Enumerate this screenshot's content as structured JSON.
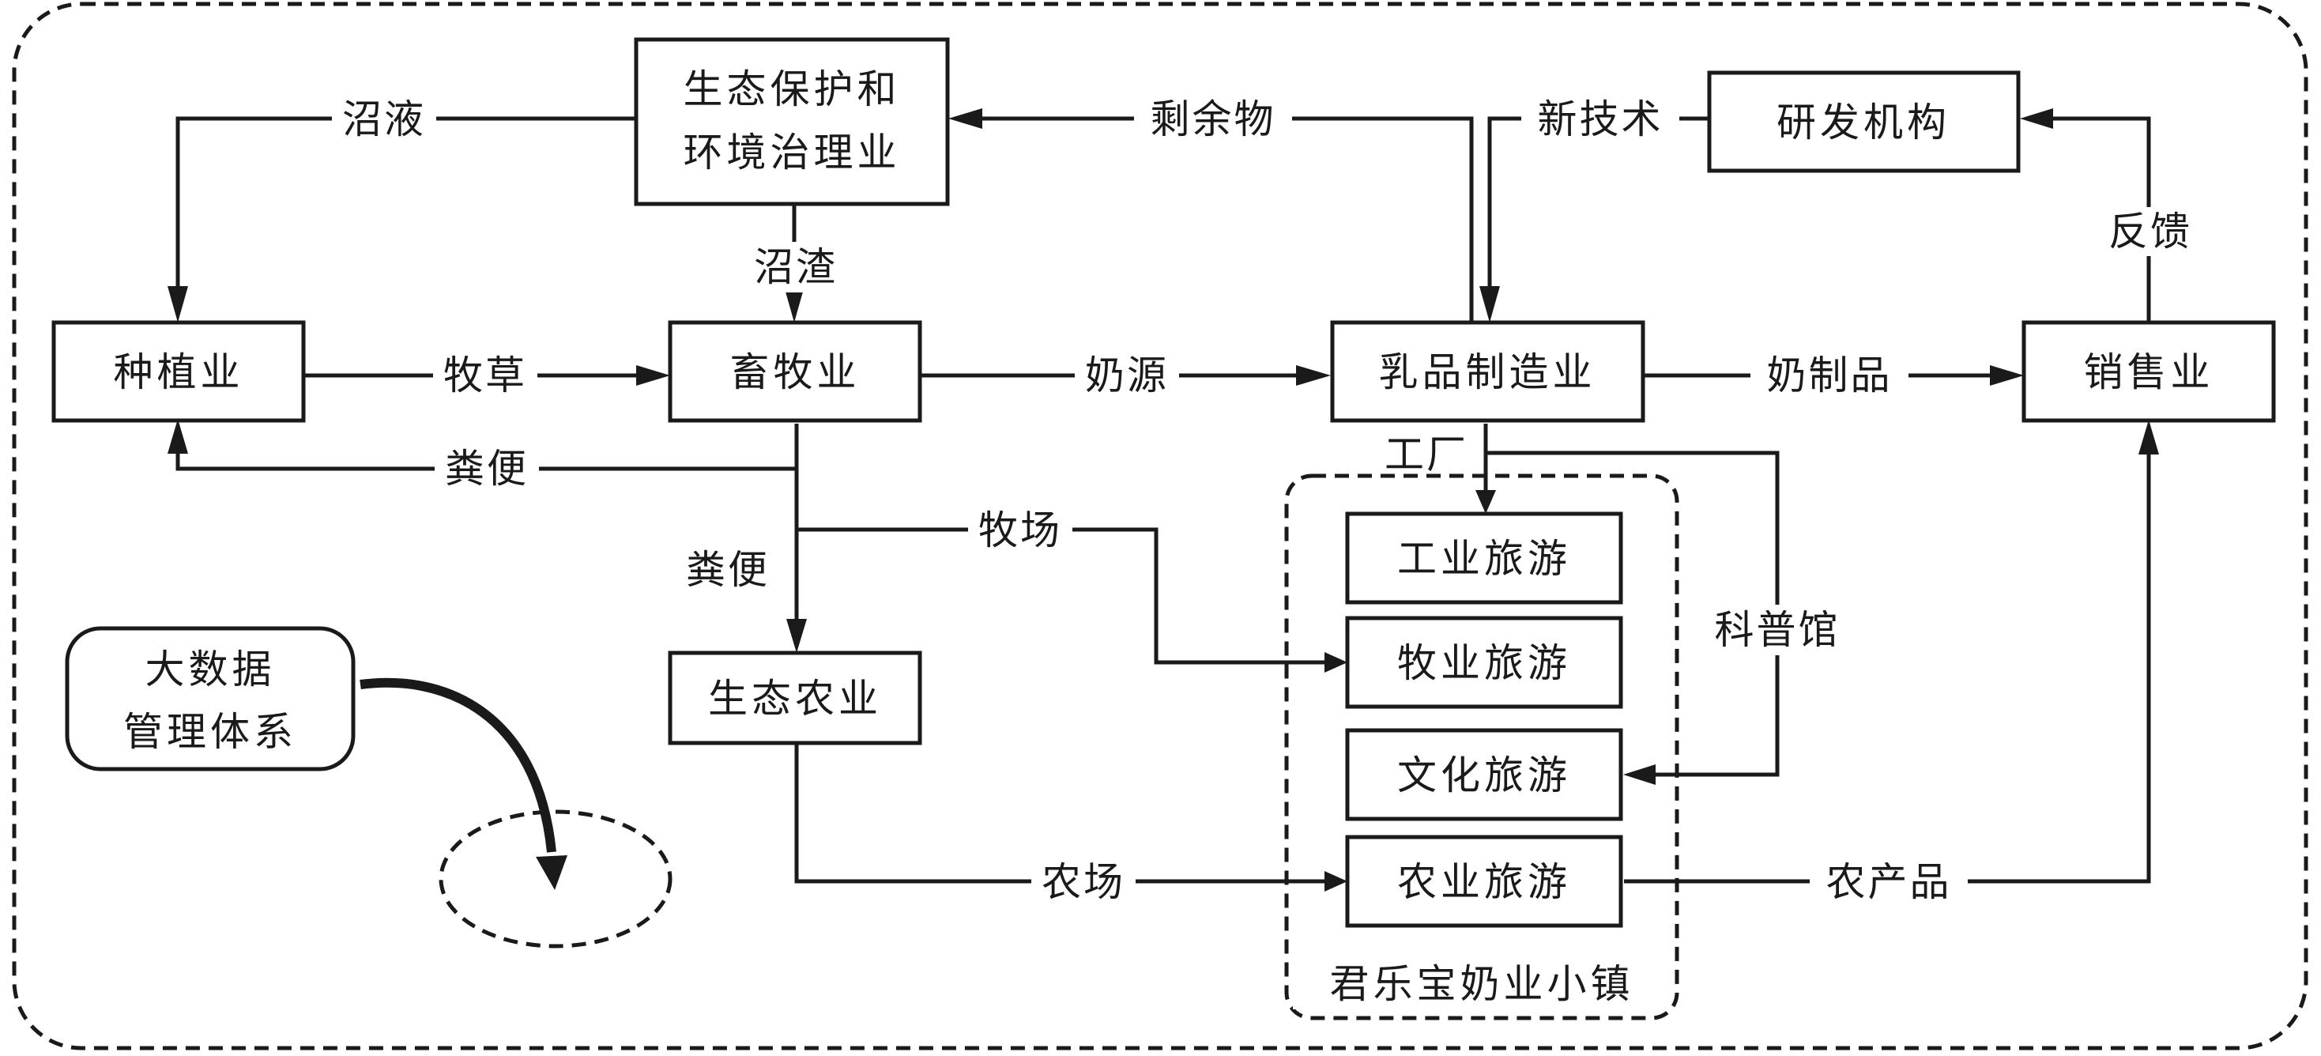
{
  "nodes": {
    "eco_protection_line1": "生态保护和",
    "eco_protection_line2": "环境治理业",
    "rnd": "研发机构",
    "planting": "种植业",
    "livestock": "畜牧业",
    "dairy_mfg": "乳品制造业",
    "sales": "销售业",
    "eco_agri": "生态农业",
    "industrial_tourism": "工业旅游",
    "pastoral_tourism": "牧业旅游",
    "cultural_tourism": "文化旅游",
    "agri_tourism": "农业旅游",
    "bigdata_line1": "大数据",
    "bigdata_line2": "管理体系"
  },
  "group": {
    "town_label": "君乐宝奶业小镇"
  },
  "edges": {
    "biogas_liquid": "沼液",
    "biogas_residue": "沼渣",
    "residue": "剩余物",
    "new_tech": "新技术",
    "feedback": "反馈",
    "forage": "牧草",
    "milk_source": "奶源",
    "dairy_products": "奶制品",
    "manure_to_planting": "粪便",
    "manure_down": "粪便",
    "ranch": "牧场",
    "factory": "工厂",
    "science_museum": "科普馆",
    "farm": "农场",
    "agri_products": "农产品"
  }
}
